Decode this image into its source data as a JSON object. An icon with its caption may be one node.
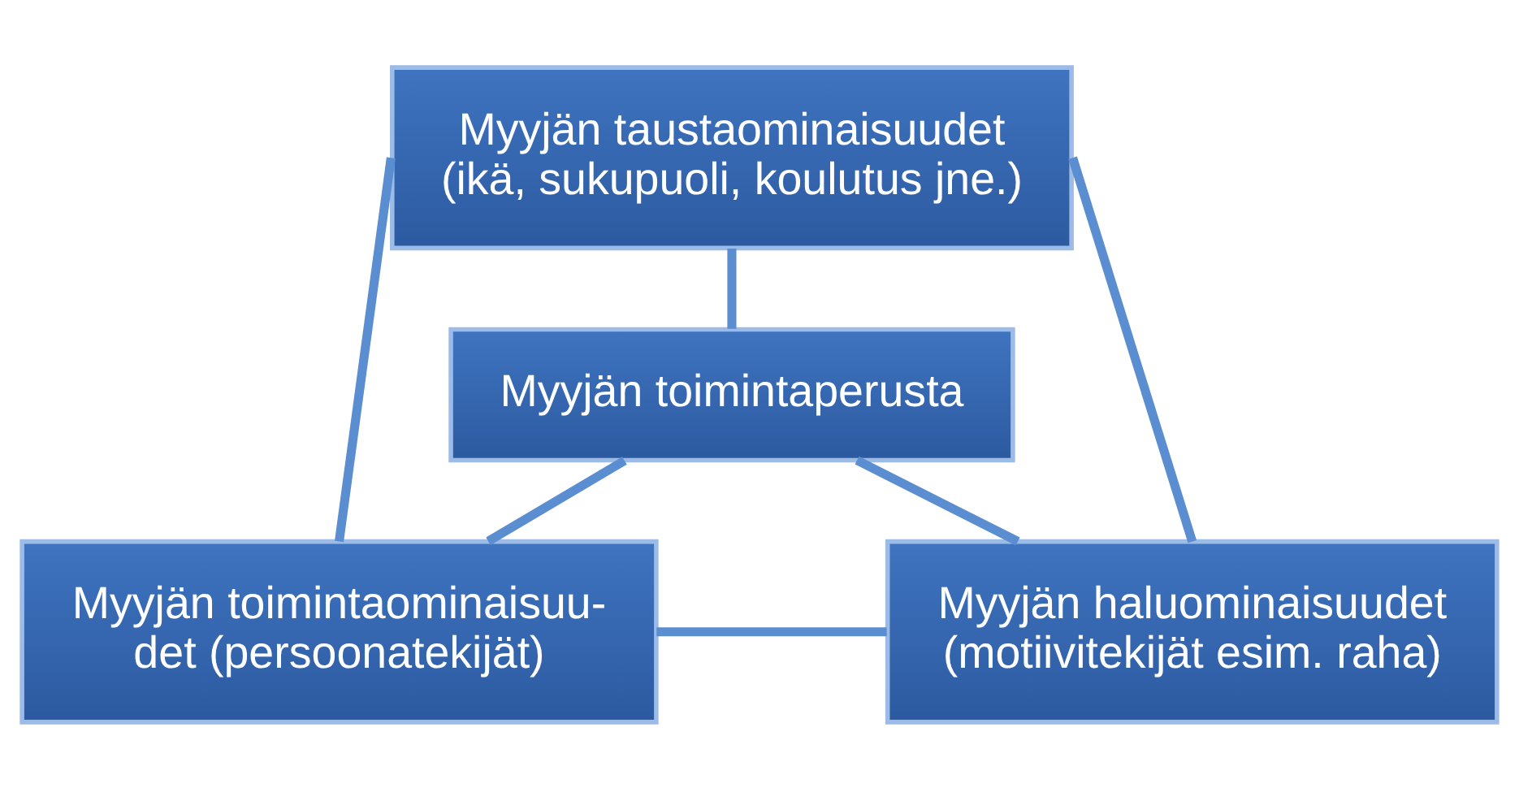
{
  "diagram": {
    "nodes": [
      {
        "text": [
          "Myyjän taustaominaisuudet (ikä, sukupuoli, koulutus jne.)"
        ]
      },
      {
        "text": [
          "Myyjän toimintaperusta"
        ]
      },
      {
        "text": [
          "Myyjän toimintaominaisuu- det (persoonatekijät)"
        ]
      },
      {
        "text": [
          "Myyjän haluominaisuudet (motiivitekijät esim. raha)"
        ]
      }
    ],
    "edges": [
      {
        "from": 0,
        "to": 1,
        "arrow": "none"
      },
      {
        "from": 0,
        "to": 2,
        "arrow": "none"
      },
      {
        "from": 0,
        "to": 3,
        "arrow": "none"
      },
      {
        "from": 1,
        "to": 2,
        "arrow": "none"
      },
      {
        "from": 1,
        "to": 3,
        "arrow": "none"
      },
      {
        "from": 2,
        "to": 3,
        "arrow": "none"
      }
    ]
  }
}
